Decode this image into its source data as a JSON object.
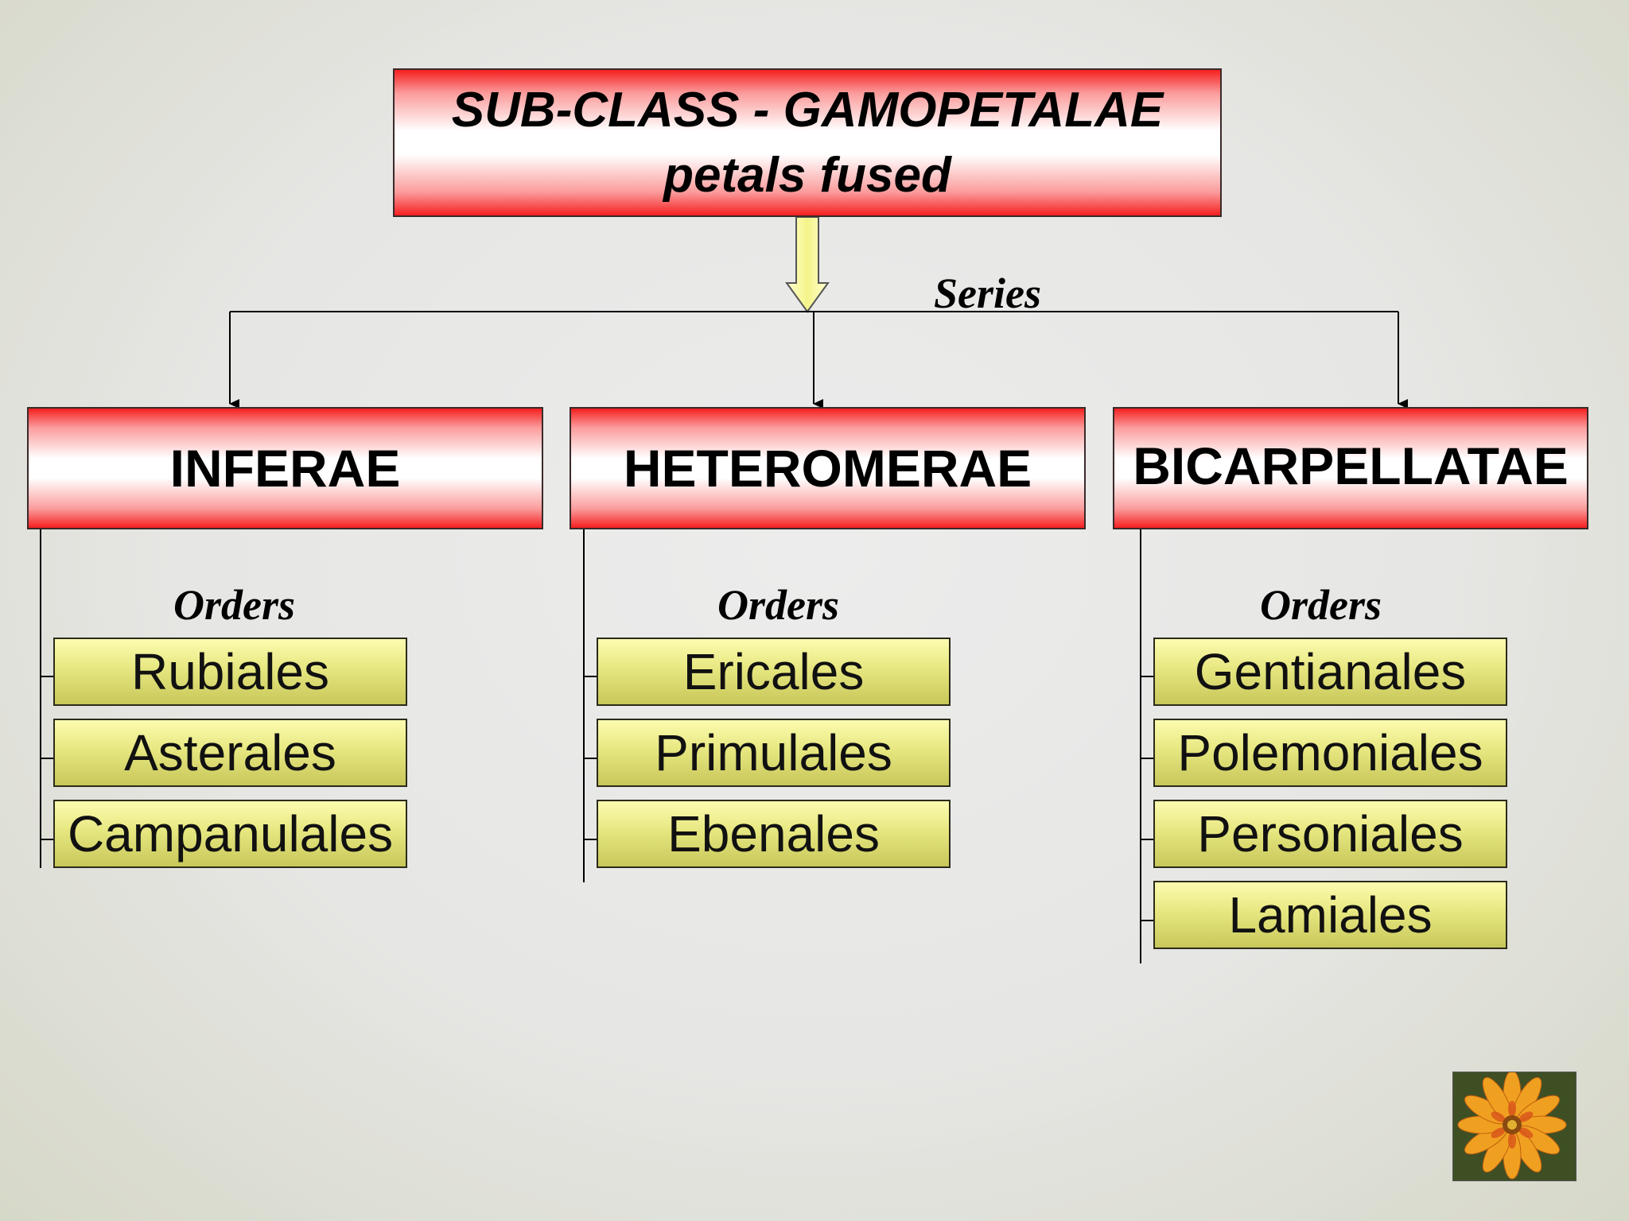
{
  "title": {
    "line1": "SUB-CLASS - GAMOPETALAE",
    "line2": "petals fused"
  },
  "series_label": "Series",
  "series": [
    {
      "name": "INFERAE",
      "orders_label": "Orders",
      "orders": [
        "Rubiales",
        "Asterales",
        "Campanulales"
      ]
    },
    {
      "name": "HETEROMERAE",
      "orders_label": "Orders",
      "orders": [
        "Ericales",
        "Primulales",
        "Ebenales"
      ]
    },
    {
      "name": "BICARPELLATAE",
      "orders_label": "Orders",
      "orders": [
        "Gentianales",
        "Polemoniales",
        "Personiales",
        "Lamiales"
      ]
    }
  ],
  "colors": {
    "header_red": "#f51f1f",
    "order_yellow": "#e7e781"
  },
  "decoration": {
    "corner_image": "orange-gazania-flower"
  }
}
